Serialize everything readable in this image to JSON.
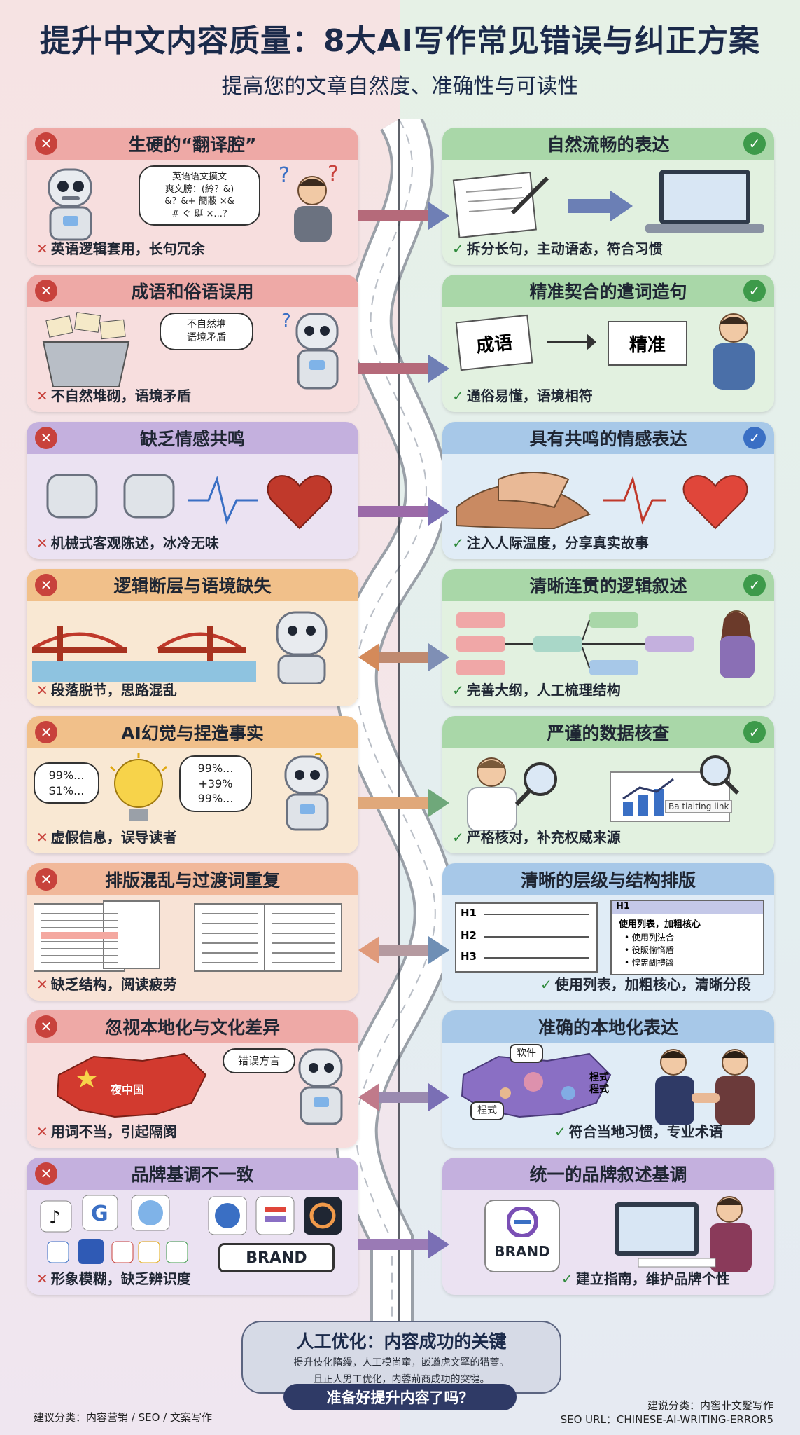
{
  "header": {
    "title": "提升中文内容质量：8大AI写作常见错误与纠正方案",
    "subtitle": "提高您的文章自然度、准确性与可读性"
  },
  "colors": {
    "error_mark": "#c8423c",
    "ok_mark": "#3d9a4a",
    "ok_mark_blue": "#3a6fc4",
    "road": "#ffffff"
  },
  "rows": [
    {
      "error": {
        "title": "生硬的“翻译腔”",
        "caption": "英语逻辑套用，长句冗余",
        "bubble": "英语语文摸文\n爽文膀：(紷？&)\n&？&+ 簡蔽 ×&\n# ぐ 珽 ×...?",
        "header_color": "#eea9a6",
        "body_color": "#f7dede"
      },
      "fix": {
        "title": "自然流畅的表达",
        "caption": "拆分长句，主动语态，符合习惯",
        "header_color": "#a9d7a8",
        "body_color": "#e2f1e0"
      }
    },
    {
      "error": {
        "title": "成语和俗语误用",
        "caption": "不自然堆砌，语境矛盾",
        "bubble": "不自然堆\n语境矛盾",
        "header_color": "#eea9a6",
        "body_color": "#f7dede"
      },
      "fix": {
        "title": "精准契合的遣词造句",
        "caption": "通俗易懂，语境相符",
        "card_left": "成语",
        "card_right": "精准",
        "header_color": "#a9d7a8",
        "body_color": "#e2f1e0"
      }
    },
    {
      "error": {
        "title": "缺乏情感共鸣",
        "caption": "机械式客观陈述，冰冷无味",
        "header_color": "#c4b0de",
        "body_color": "#ebe2f2"
      },
      "fix": {
        "title": "具有共鸣的情感表达",
        "caption": "注入人际温度，分享真实故事",
        "header_color": "#a7c8e8",
        "body_color": "#e0ecf6"
      }
    },
    {
      "error": {
        "title": "逻辑断层与语境缺失",
        "caption": "段落脱节，思路混乱",
        "header_color": "#f1c08a",
        "body_color": "#f9e8d3"
      },
      "fix": {
        "title": "清晰连贯的逻辑叙述",
        "caption": "完善大纲，人工梳理结构",
        "header_color": "#a9d7a8",
        "body_color": "#e2f1e0"
      }
    },
    {
      "error": {
        "title": "AI幻觉与捏造事实",
        "caption": "虚假信息，误导读者",
        "bubble_left": "99%...\nS1%...",
        "bubble_right": "99%...\n+39%\n99%...",
        "header_color": "#f1c08a",
        "body_color": "#f9e8d3"
      },
      "fix": {
        "title": "严谨的数据核查",
        "caption": "严格核对，补充权威来源",
        "tag": "Ba tiaiting link",
        "header_color": "#a9d7a8",
        "body_color": "#e2f1e0"
      }
    },
    {
      "error": {
        "title": "排版混乱与过渡词重复",
        "caption": "缺乏结构，阅读疲劳",
        "header_color": "#f1b89a",
        "body_color": "#f8e3d6"
      },
      "fix": {
        "title": "清晰的层级与结构排版",
        "caption": "使用列表，加粗核心，清晰分段",
        "h_labels": [
          "H1",
          "H2",
          "H3"
        ],
        "doc_title": "使用列表，加粗核心",
        "doc_items": [
          "使用列法合",
          "役販偷惰盾",
          "惶盅醐禮醬"
        ],
        "header_color": "#a7c8e8",
        "body_color": "#e0ecf6"
      }
    },
    {
      "error": {
        "title": "忽视本地化与文化差异",
        "caption": "用词不当，引起隔阂",
        "bubble": "错误方言",
        "map_label": "夜中国",
        "header_color": "#eea9a6",
        "body_color": "#f7dede"
      },
      "fix": {
        "title": "准确的本地化表达",
        "caption": "符合当地习惯，专业术语",
        "map_labels": [
          "软件",
          "桯式\n程式",
          "桯式"
        ],
        "header_color": "#a7c8e8",
        "body_color": "#e0ecf6"
      }
    },
    {
      "error": {
        "title": "品牌基调不一致",
        "caption": "形象模糊，缺乏辨识度",
        "brand_text": "BRAND",
        "header_color": "#c4b0de",
        "body_color": "#ebe2f2"
      },
      "fix": {
        "title": "统一的品牌叙述基调",
        "caption": "建立指南，维护品牌个性",
        "brand_text": "BRAND",
        "header_color": "#c4b0de",
        "body_color": "#ebe2f2"
      }
    }
  ],
  "final": {
    "title": "人工优化：内容成功的关键",
    "desc_line1": "提升伎化隋缦，人工模尚童，嵌遒虎文掔的猎蒿。",
    "desc_line2": "且正人男工优化，内蓉荊商成功的突犍。",
    "button": "准备好提升内容了吗？"
  },
  "footer": {
    "left": "建议分类：内容营销 / SEO / 文案写作",
    "right_line1": "建说分类：内窖卝文髮写作",
    "right_line2": "SEO URL：CHINESE-AI-WRITING-ERROR5"
  }
}
